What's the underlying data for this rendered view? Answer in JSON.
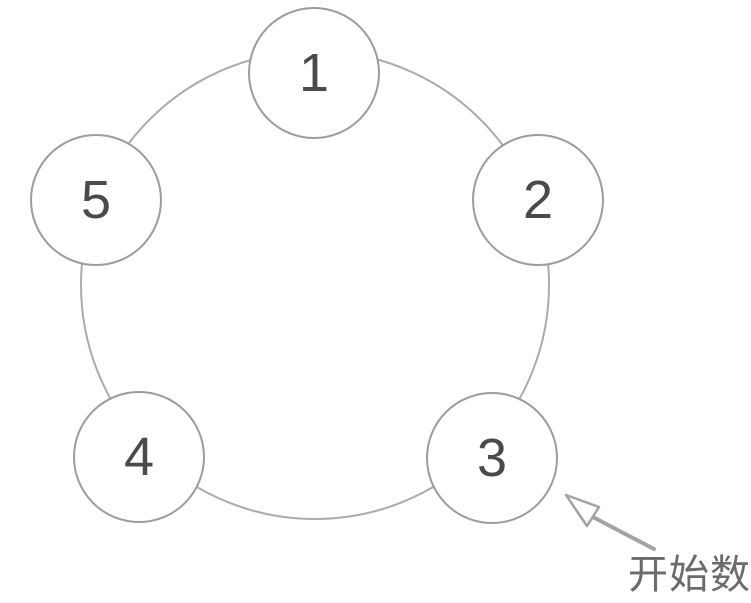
{
  "diagram": {
    "type": "circular-linked-list",
    "description": "Five numbered circles arranged on a ring; arrow marks counting start at node 3",
    "nodes": [
      {
        "label": "1"
      },
      {
        "label": "2"
      },
      {
        "label": "3"
      },
      {
        "label": "4"
      },
      {
        "label": "5"
      }
    ],
    "annotation": {
      "label": "开始数",
      "points_to_node": "3"
    },
    "colors": {
      "background": "#ffffff",
      "ring_stroke": "#ababab",
      "node_stroke": "#9c9c9c",
      "node_fill": "#ffffff",
      "number_color": "#4a4a4a",
      "arrow_color": "#a3a3a3",
      "annotation_color": "#6b6b6b"
    }
  }
}
